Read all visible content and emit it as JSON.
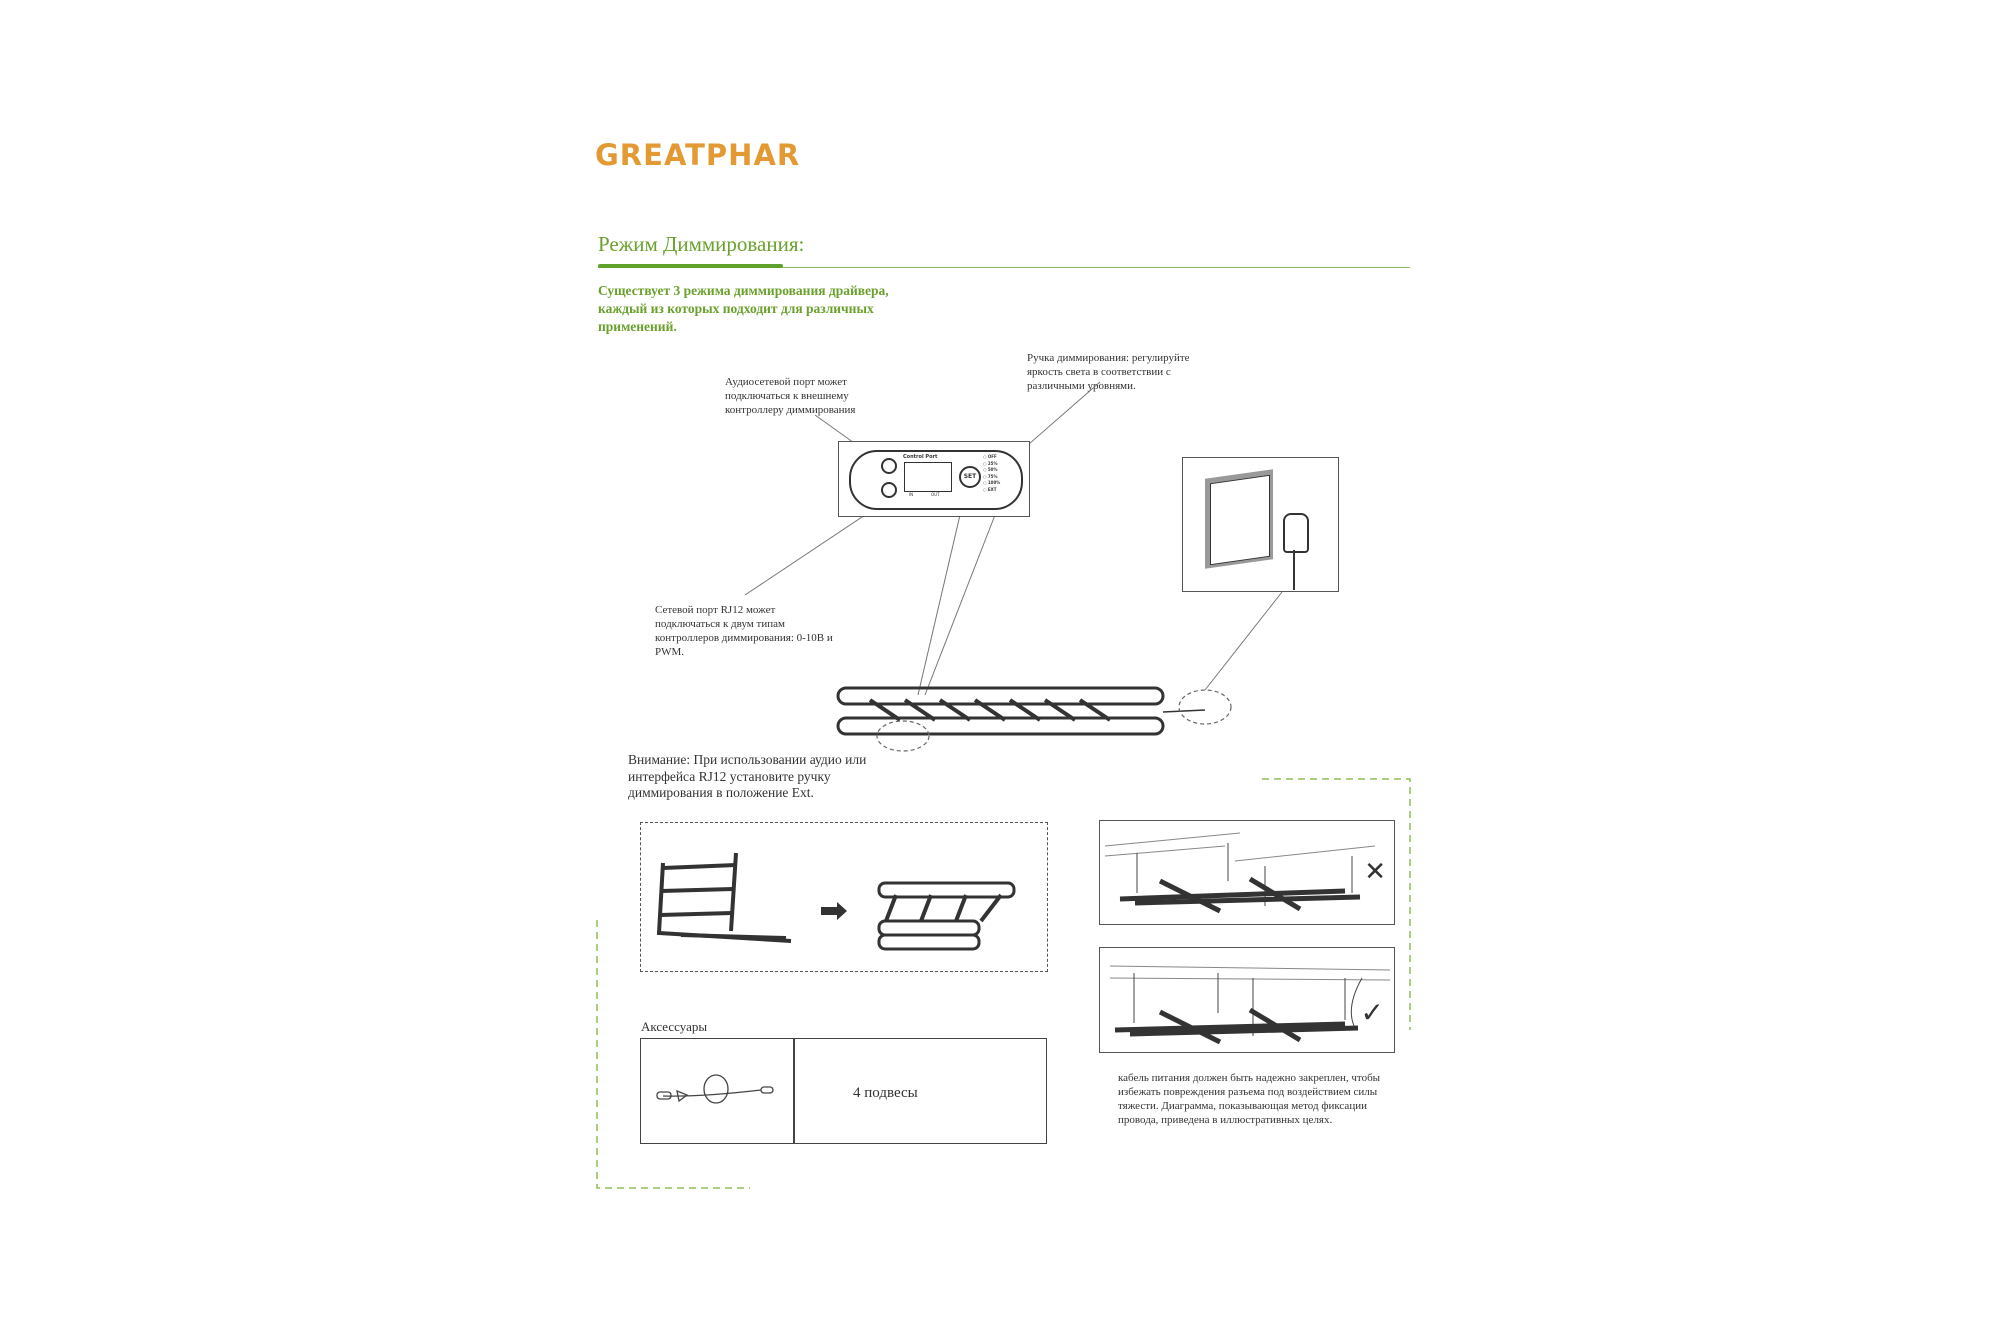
{
  "brand": {
    "logo_text": "GREATPHAR"
  },
  "section": {
    "title": "Режим Диммирования:",
    "intro": "Существует 3 режима диммирования драйвера, каждый из которых подходит для различных применений."
  },
  "callouts": {
    "audio_port": "Аудиосетевой порт может подключаться к внешнему контроллеру диммирования",
    "dimming_knob": "Ручка диммирования: регулируйте яркость света в соответствии с различными уровнями.",
    "rj12_port": "Сетевой порт RJ12 может подключаться к двум типам контроллеров диммирования: 0-10В и PWM."
  },
  "control_panel": {
    "port_header": "Control Port",
    "in": "IN",
    "out": "OUT",
    "set": "SET",
    "levels": [
      "OFF",
      "25%",
      "50%",
      "75%",
      "100%",
      "EXT"
    ]
  },
  "warning": "Внимание: При использовании аудио или интерфейса RJ12 установите ручку диммирования в положение Ext.",
  "accessories": {
    "label": "Аксессуары",
    "item": "4 подвесы"
  },
  "hanging": {
    "wrong_mark": "✕",
    "right_mark": "✓",
    "caption": "кабель питания должен быть надежно закреплен, чтобы избежать повреждения разъема под воздействием силы тяжести. Диаграмма, показывающая метод фиксации провода, приведена в иллюстративных целях."
  },
  "colors": {
    "brand_orange": "#e39a32",
    "accent_green": "#6aa12d"
  }
}
